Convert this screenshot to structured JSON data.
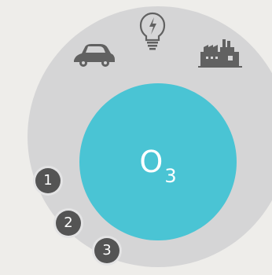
{
  "diagram": {
    "formula": {
      "main": "O",
      "subscript": "3"
    },
    "steps": [
      {
        "number": "1"
      },
      {
        "number": "2"
      },
      {
        "number": "3"
      }
    ],
    "icons": [
      "car-icon",
      "lightbulb-icon",
      "factory-icon"
    ],
    "colors": {
      "background": "#eeedea",
      "outer_ring": "#d5d5d6",
      "core": "#4ac4d4",
      "step_badge": "#545454",
      "icon": "#616161"
    }
  }
}
